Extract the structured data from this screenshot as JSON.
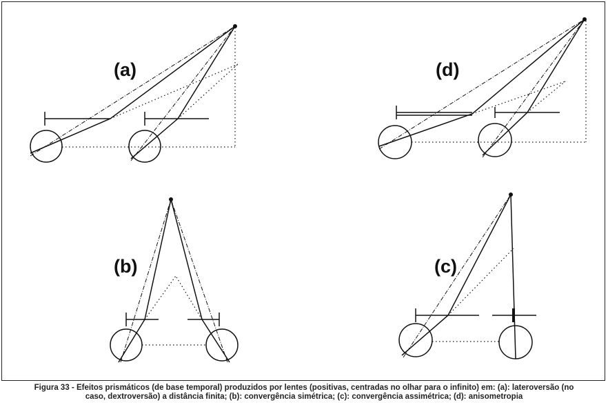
{
  "figure": {
    "panels": [
      {
        "label": "(a)",
        "meaning": "lateroversão"
      },
      {
        "label": "(d)",
        "meaning": "anisometropia"
      },
      {
        "label": "(b)",
        "meaning": "convergência simétrica"
      },
      {
        "label": "(c)",
        "meaning": "convergência assimétrica"
      }
    ],
    "caption_line1": "Figura 33 - Efeitos prismáticos (de base temporal) produzidos por lentes (positivas, centradas no olhar para o infinito) em: (a): lateroversão (no",
    "caption_line2": "caso, dextroversão) a distância finita; (b): convergência simétrica; (c): convergência assimétrica; (d): anisometropia"
  }
}
